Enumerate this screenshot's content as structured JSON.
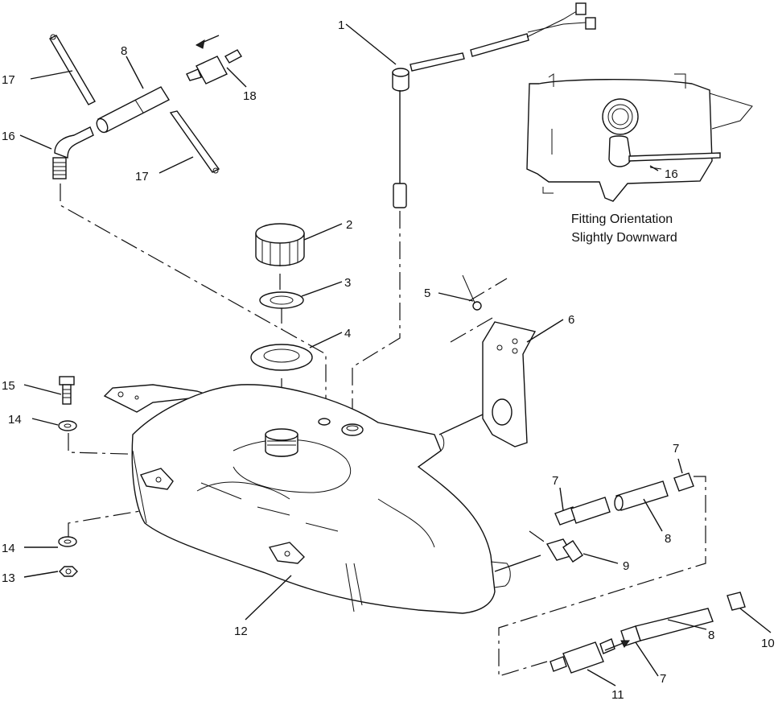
{
  "callouts": {
    "c1": "1",
    "c2": "2",
    "c3": "3",
    "c4": "4",
    "c5": "5",
    "c6": "6",
    "c7a": "7",
    "c7b": "7",
    "c7c": "7",
    "c8a": "8",
    "c8b": "8",
    "c8c": "8",
    "c9": "9",
    "c10": "10",
    "c11": "11",
    "c12": "12",
    "c13": "13",
    "c14a": "14",
    "c14b": "14",
    "c15": "15",
    "c16a": "16",
    "c16b": "16",
    "c17a": "17",
    "c17b": "17",
    "c18": "18"
  },
  "inset": {
    "line1": "Fitting Orientation",
    "line2": "Slightly Downward"
  }
}
